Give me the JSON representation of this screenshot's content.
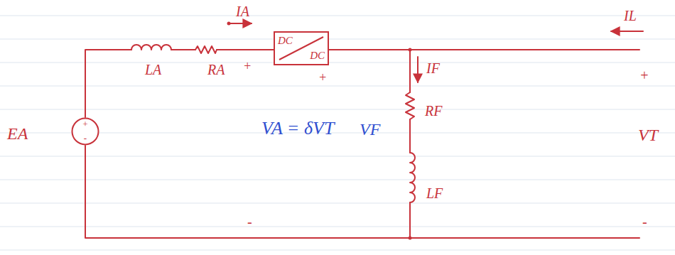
{
  "diagram": {
    "nodes": [
      {
        "text": [
          "DC",
          "DC"
        ]
      },
      {
        "text": [
          "+",
          "-"
        ]
      }
    ],
    "labels": [
      "IA",
      "LA",
      "RA",
      "+",
      "+",
      "IL",
      "IF",
      "RF",
      "LF",
      "EA",
      "VA = δVT",
      "VF",
      "VT",
      "+",
      "-",
      "-"
    ]
  }
}
